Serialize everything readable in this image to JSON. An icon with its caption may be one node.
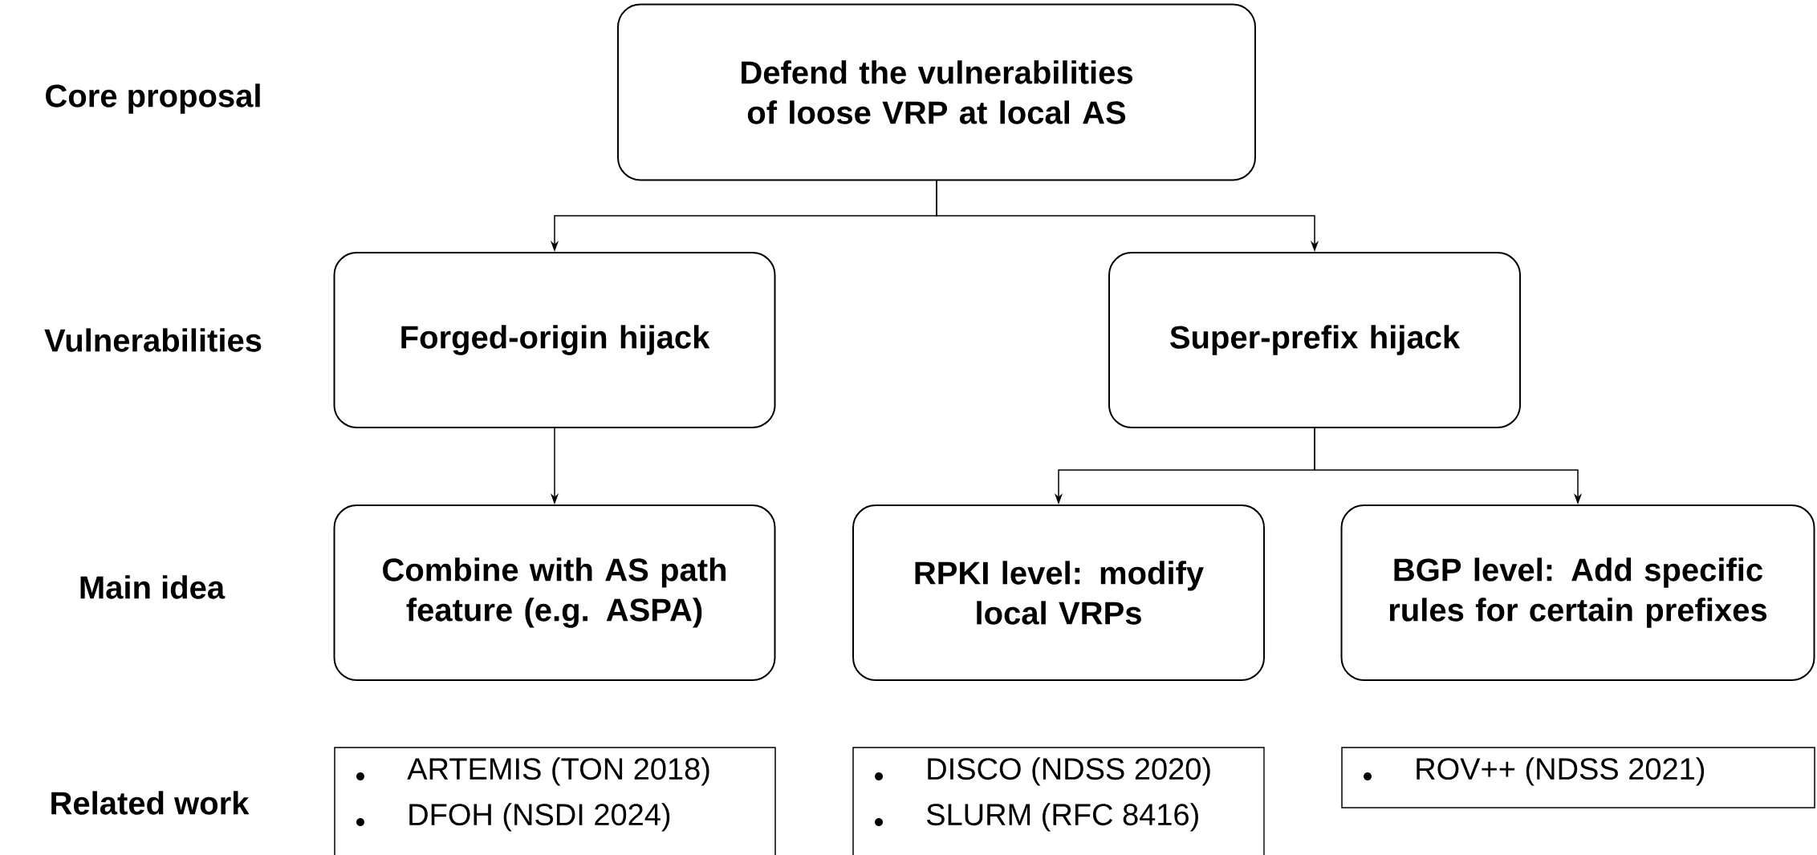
{
  "diagram": {
    "nodes": [
      {
        "text": [
          "Defend the vulnerabilities of loose VRP at local AS"
        ]
      },
      {
        "text": [
          "Forged-origin hijack"
        ]
      },
      {
        "text": [
          "Super-prefix hijack"
        ]
      },
      {
        "text": [
          "Combine with AS path feature (e.g. ASPA)"
        ]
      },
      {
        "text": [
          "RPKI level: modify local VRPs"
        ]
      },
      {
        "text": [
          "BGP level: Add specific rules for certain prefixes"
        ]
      },
      {
        "text": [
          "ARTEMIS (TON 2018)",
          "DFOH (NSDI 2024)"
        ]
      },
      {
        "text": [
          "DISCO (NDSS 2020)",
          "SLURM (RFC 8416)"
        ]
      },
      {
        "text": [
          "ROV++ (NDSS 2021)"
        ]
      }
    ],
    "edges": [
      {
        "from": 0,
        "to": 1,
        "arrow": "to"
      },
      {
        "from": 0,
        "to": 2,
        "arrow": "to"
      },
      {
        "from": 1,
        "to": 3,
        "arrow": "to"
      },
      {
        "from": 2,
        "to": 4,
        "arrow": "to"
      },
      {
        "from": 2,
        "to": 5,
        "arrow": "to"
      }
    ],
    "labels": [
      "Core proposal",
      "Vulnerabilities",
      "Main idea",
      "Related work"
    ]
  }
}
